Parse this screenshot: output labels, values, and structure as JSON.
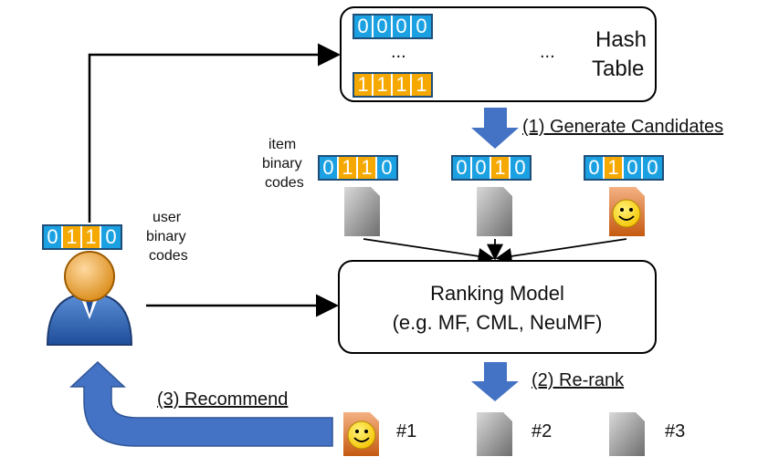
{
  "hash_table": {
    "label_line1": "Hash",
    "label_line2": "Table",
    "rows": [
      {
        "bits": [
          "0",
          "0",
          "0",
          "0"
        ]
      },
      {
        "bits": [
          "1",
          "1",
          "1",
          "1"
        ]
      }
    ],
    "ellipsis": "..."
  },
  "steps": {
    "generate": "(1) Generate Candidates",
    "rerank": "(2) Re-rank",
    "recommend": "(3) Recommend"
  },
  "item_codes": {
    "label": [
      "item",
      "binary",
      "codes"
    ],
    "codes": [
      {
        "bits": [
          "0",
          "1",
          "1",
          "0"
        ],
        "icon": "document-icon"
      },
      {
        "bits": [
          "0",
          "0",
          "1",
          "0"
        ],
        "icon": "document-icon"
      },
      {
        "bits": [
          "0",
          "1",
          "0",
          "0"
        ],
        "icon": "smiley-document-icon"
      }
    ]
  },
  "user": {
    "bits": [
      "0",
      "1",
      "1",
      "0"
    ],
    "label": [
      "user",
      "binary",
      "codes"
    ],
    "icon": "user-avatar-icon"
  },
  "ranking_model": {
    "title": "Ranking Model",
    "subtitle": "(e.g. MF, CML, NeuMF)"
  },
  "results": [
    {
      "rank": "#1",
      "icon": "smiley-document-icon"
    },
    {
      "rank": "#2",
      "icon": "document-icon"
    },
    {
      "rank": "#3",
      "icon": "document-icon"
    }
  ],
  "colors": {
    "bit_zero": "#1ba1e2",
    "bit_one": "#f5a800",
    "arrow_blue": "#4472c4",
    "doc_gray": "#8c8c8c"
  }
}
